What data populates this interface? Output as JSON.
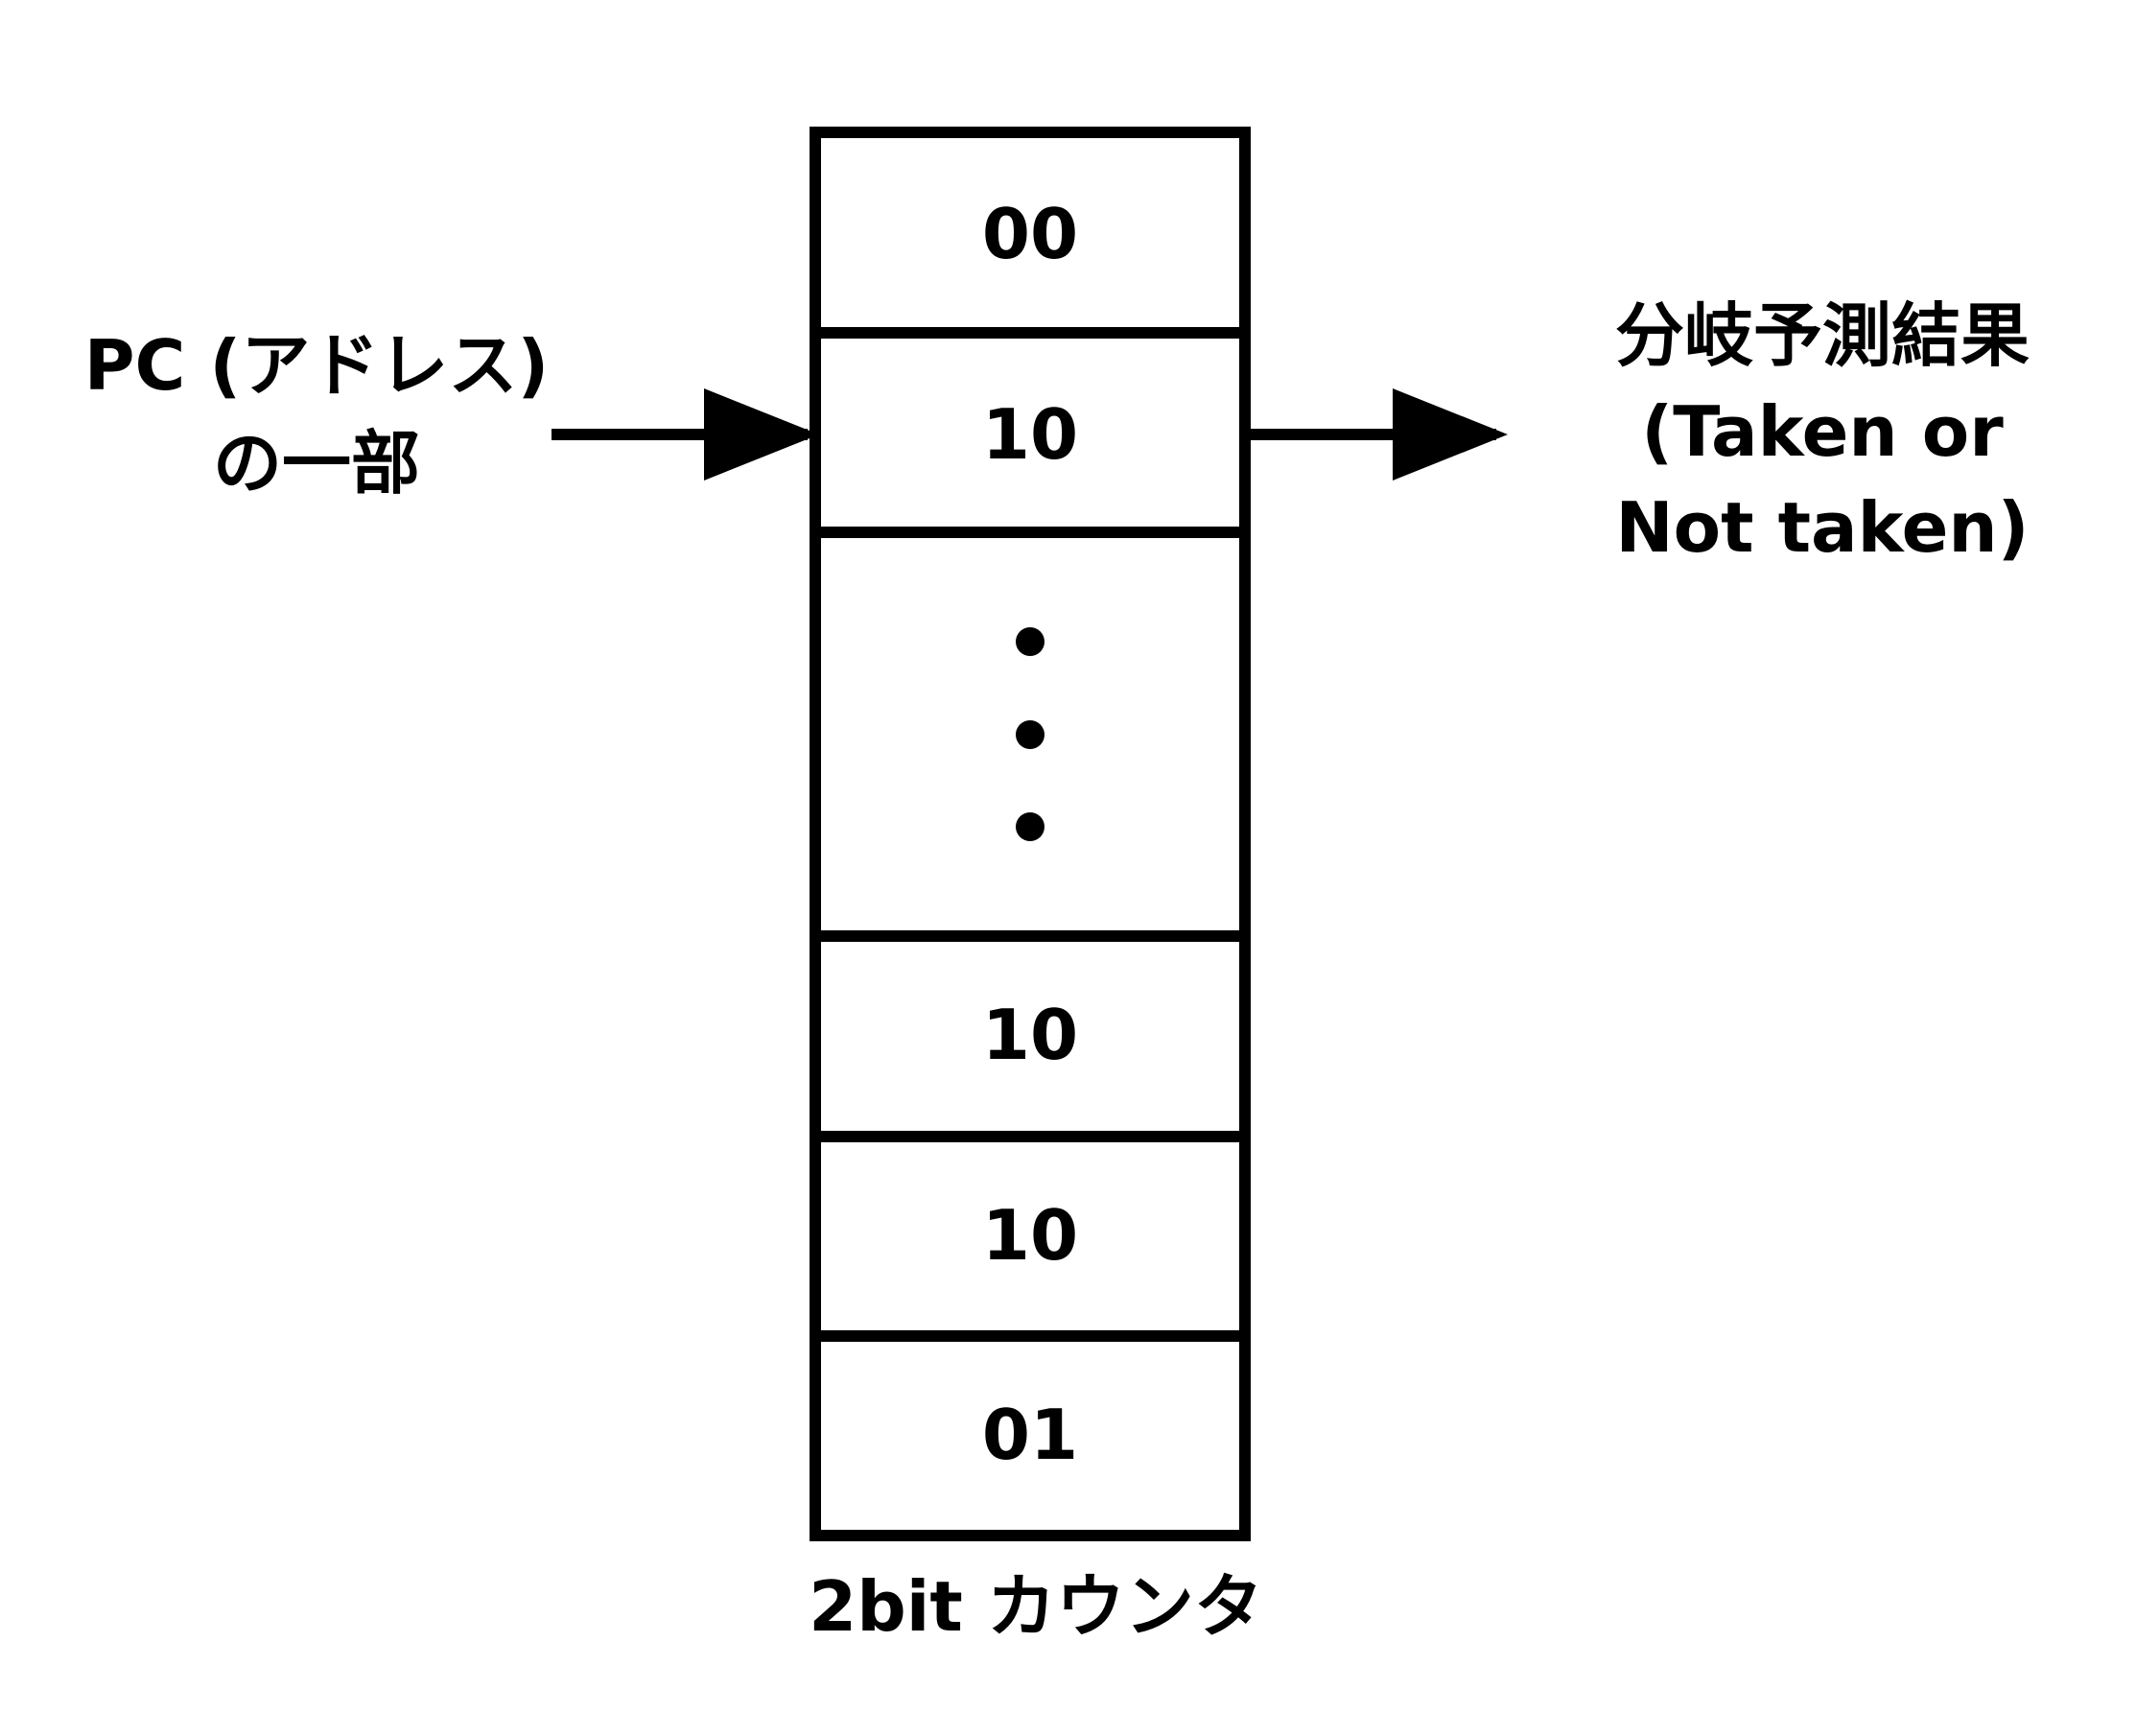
{
  "diagram": {
    "input_label": "PC (アドレス)\nの一部",
    "output_label": "分岐予測結果\n(Taken or\nNot taken)",
    "table_label": "2bit カウンタ",
    "counter_entries": [
      "00",
      "10",
      "10",
      "10",
      "01"
    ],
    "ellipsis_icon": "vertical-ellipsis",
    "stroke_color": "#000000",
    "background_color": "#ffffff"
  }
}
